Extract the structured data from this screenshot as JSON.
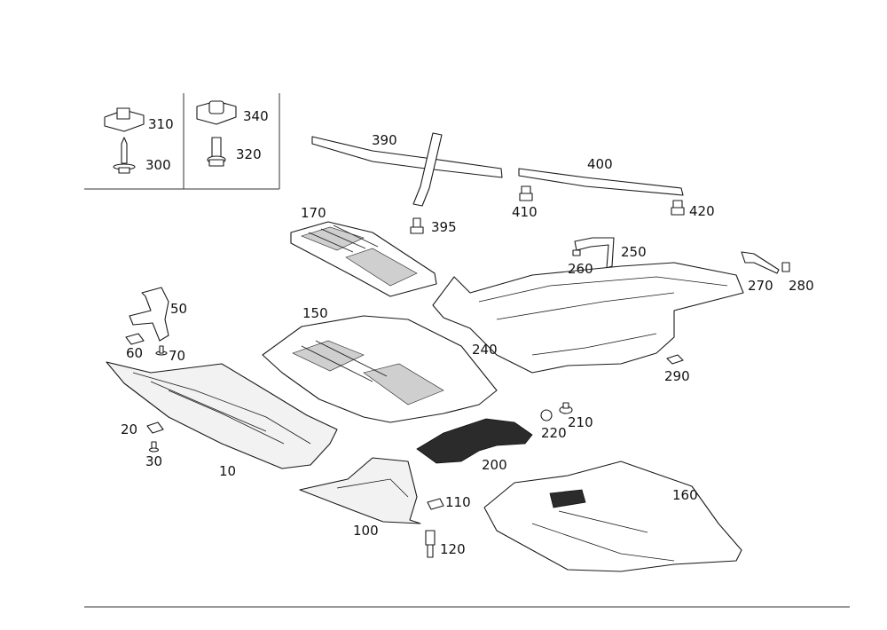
{
  "callouts": {
    "c310": "310",
    "c300": "300",
    "c340": "340",
    "c320": "320",
    "c390": "390",
    "c395": "395",
    "c400": "400",
    "c410": "410",
    "c420": "420",
    "c170": "170",
    "c250": "250",
    "c260": "260",
    "c270": "270",
    "c280": "280",
    "c50": "50",
    "c60": "60",
    "c70": "70",
    "c150": "150",
    "c240": "240",
    "c290": "290",
    "c20": "20",
    "c30": "30",
    "c10": "10",
    "c220": "220",
    "c210": "210",
    "c200": "200",
    "c160": "160",
    "c110": "110",
    "c100": "100",
    "c120": "120"
  }
}
